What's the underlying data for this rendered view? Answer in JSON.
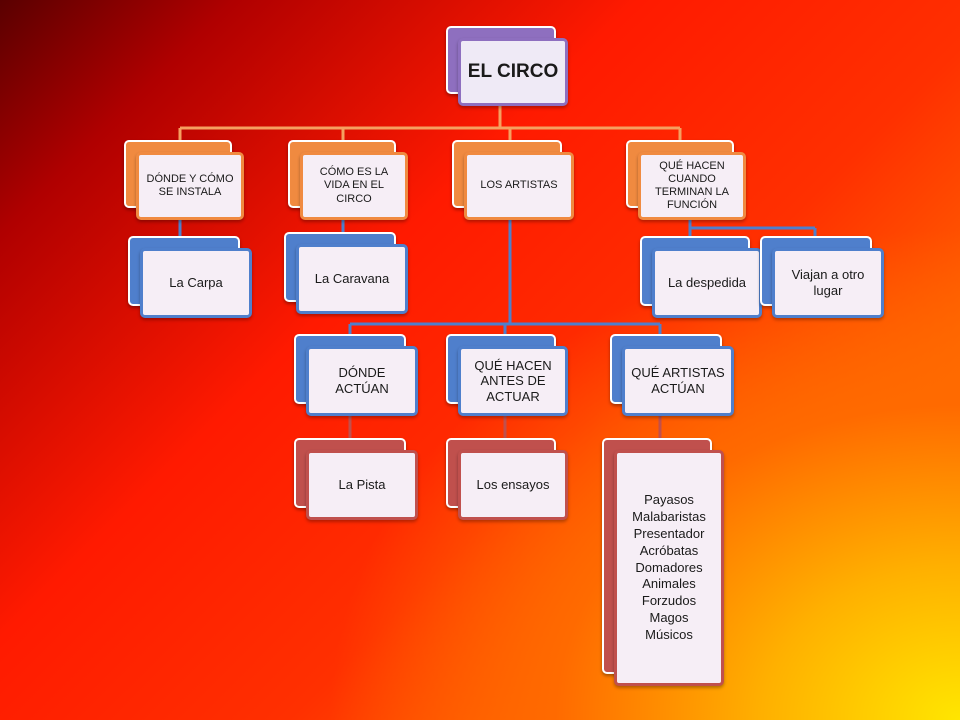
{
  "root": {
    "label": "EL CIRCO"
  },
  "sections": [
    {
      "label": "DÓNDE Y CÓMO SE INSTALA",
      "answer": "La Carpa"
    },
    {
      "label": "CÓMO ES LA VIDA EN EL CIRCO",
      "answer": "La Caravana"
    },
    {
      "label": "LOS ARTISTAS"
    },
    {
      "label": "QUÉ HACEN CUANDO TERMINAN LA FUNCIÓN",
      "answers": [
        "La despedida",
        "Viajan a otro lugar"
      ]
    }
  ],
  "artists": [
    {
      "label": "DÓNDE ACTÚAN",
      "answer": "La Pista"
    },
    {
      "label": "QUÉ HACEN ANTES DE ACTUAR",
      "answer": "Los ensayos"
    },
    {
      "label": "QUÉ ARTISTAS ACTÚAN",
      "answer_list": [
        "Payasos",
        "Malabaristas",
        "Presentador",
        "Acróbatas",
        "Domadores",
        "Animales",
        "Forzudos",
        "Magos",
        "Músicos"
      ]
    }
  ],
  "colors": {
    "root": "#8e6fbf",
    "section": "#f08a40",
    "answer": "#4f7fcc",
    "artist_answer": "#c0504d",
    "line_orange": "#f5a060",
    "line_blue": "#4f7fcc"
  }
}
